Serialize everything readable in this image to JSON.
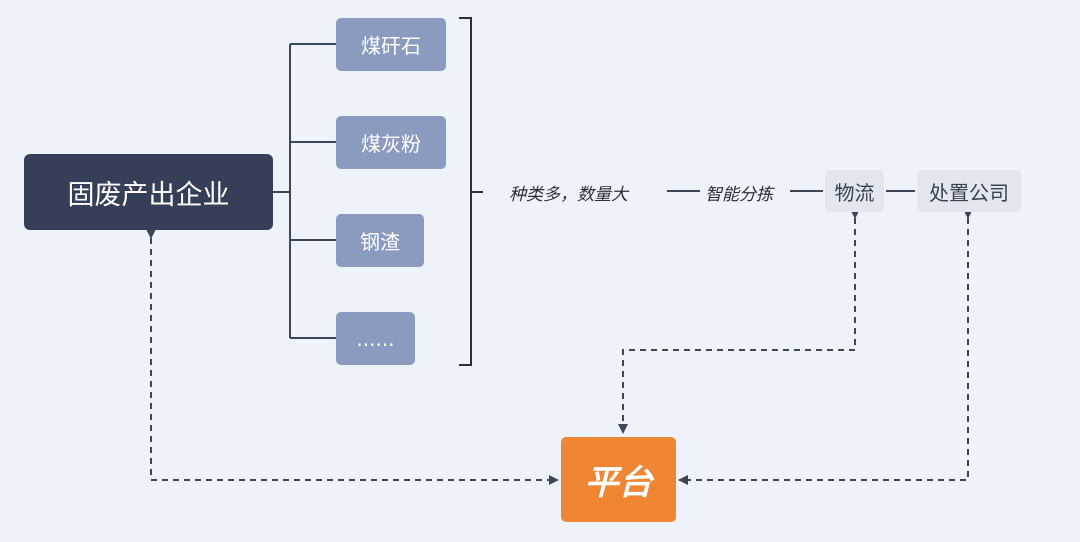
{
  "diagram": {
    "source": "固废产出企业",
    "categories": [
      "煤矸石",
      "煤灰粉",
      "钢渣",
      "......"
    ],
    "feature": "种类多，数量大",
    "sorting": "智能分拣",
    "logistics": "物流",
    "disposal": "处置公司",
    "platform": "平台"
  },
  "colors": {
    "background": "#eef2f9",
    "source_box": "#353f57",
    "category_box": "#8b9bc0",
    "stage_box": "#e2e7ef",
    "platform_box": "#ee8634",
    "line": "#3d4558"
  }
}
